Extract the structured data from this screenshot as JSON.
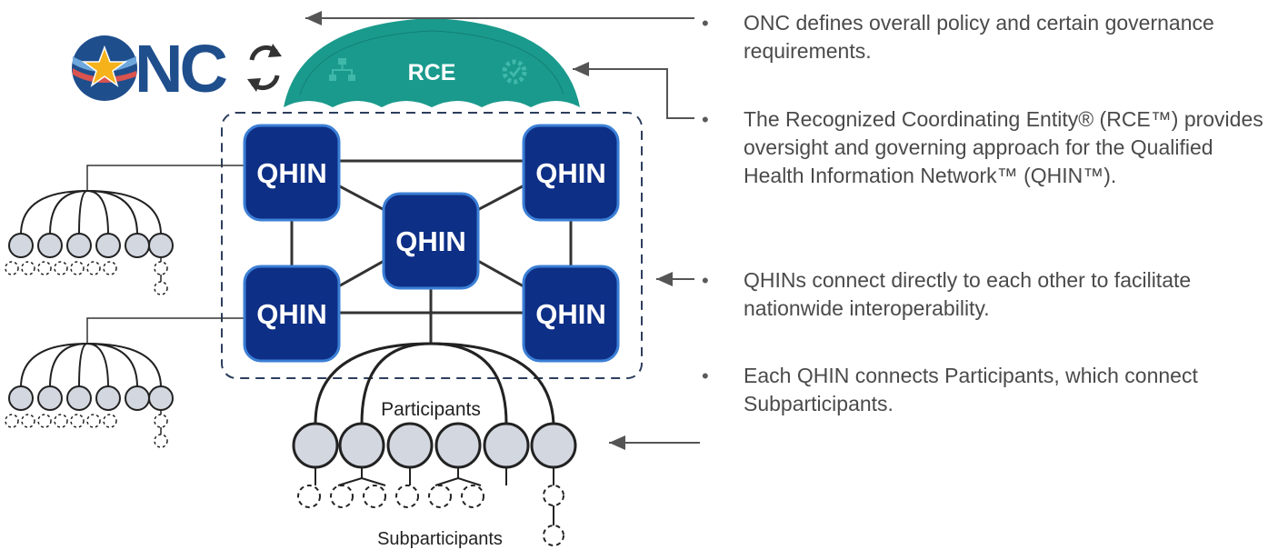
{
  "logo": {
    "text": "ONC",
    "colors": {
      "navy": "#1f4e8c",
      "star": "#f5b21b",
      "stripe_red": "#d9534f",
      "stripe_blue": "#6fa8dc"
    }
  },
  "rce": {
    "label": "RCE",
    "color": "#1a9a8c",
    "icons": [
      "org-chart-icon",
      "gear-check-icon"
    ]
  },
  "qhin": {
    "label": "QHIN",
    "fill": "#0e2f86",
    "border": "#3b7fd6"
  },
  "participants_label": "Participants",
  "subparticipants_label": "Subparticipants",
  "bullets": [
    {
      "text": "ONC defines overall policy and certain governance requirements."
    },
    {
      "text": "The Recognized Coordinating Entity® (RCE™) provides oversight and governing approach for the Qualified Health Information Network™ (QHIN™)."
    },
    {
      "text": "QHINs connect directly to each other to facilitate nationwide interoperability."
    },
    {
      "text": "Each QHIN connects Participants, which connect Subparticipants."
    }
  ],
  "colors": {
    "line": "#333333",
    "arrow": "#555555",
    "node_fill": "#d3d7e0",
    "dash": "#2c3e5c"
  }
}
